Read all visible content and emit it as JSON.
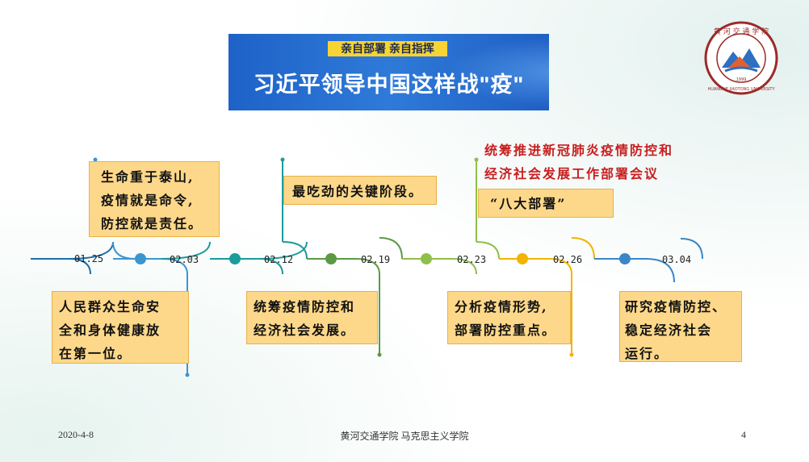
{
  "banner": {
    "subtitle": "亲自部署 亲自指挥",
    "title": "习近平领导中国这样战\"疫\""
  },
  "logo": {
    "emblem_text": "黄河交通学院",
    "english": "HUANGHE JIAOTONG UNIVERSITY",
    "year": "1999"
  },
  "timeline": {
    "dates": [
      "01.25",
      "02.03",
      "02.12",
      "02.19",
      "02.23",
      "02.26",
      "03.04"
    ],
    "top_notes": [
      {
        "lines": [
          "生命重于泰山,",
          "疫情就是命令,",
          "防控就是责任。"
        ]
      },
      {
        "lines": [
          "最吃劲的关键阶段。"
        ]
      },
      {
        "lines": [
          "“八大部署”"
        ]
      }
    ],
    "bottom_notes": [
      {
        "lines": [
          "人民群众生命安",
          "全和身体健康放",
          "在第一位。"
        ]
      },
      {
        "lines": [
          "统筹疫情防控和",
          "经济社会发展。"
        ]
      },
      {
        "lines": [
          "分析疫情形势,",
          "部署防控重点。"
        ]
      },
      {
        "lines": [
          "研究疫情防控、",
          "稳定经济社会",
          "运行。"
        ]
      }
    ],
    "red_heading": [
      "统筹推进新冠肺炎疫情防控和",
      "经济社会发展工作部署会议"
    ],
    "colors": {
      "c1": "#1e6fa8",
      "c2": "#3c95cf",
      "c3": "#1d9a9a",
      "c4": "#5a9a44",
      "c5": "#8fbf4a",
      "c6": "#f2b400",
      "c7": "#3a86c8"
    }
  },
  "footer": {
    "date": "2020-4-8",
    "org": "黄河交通学院  马克思主义学院",
    "page": "4"
  }
}
